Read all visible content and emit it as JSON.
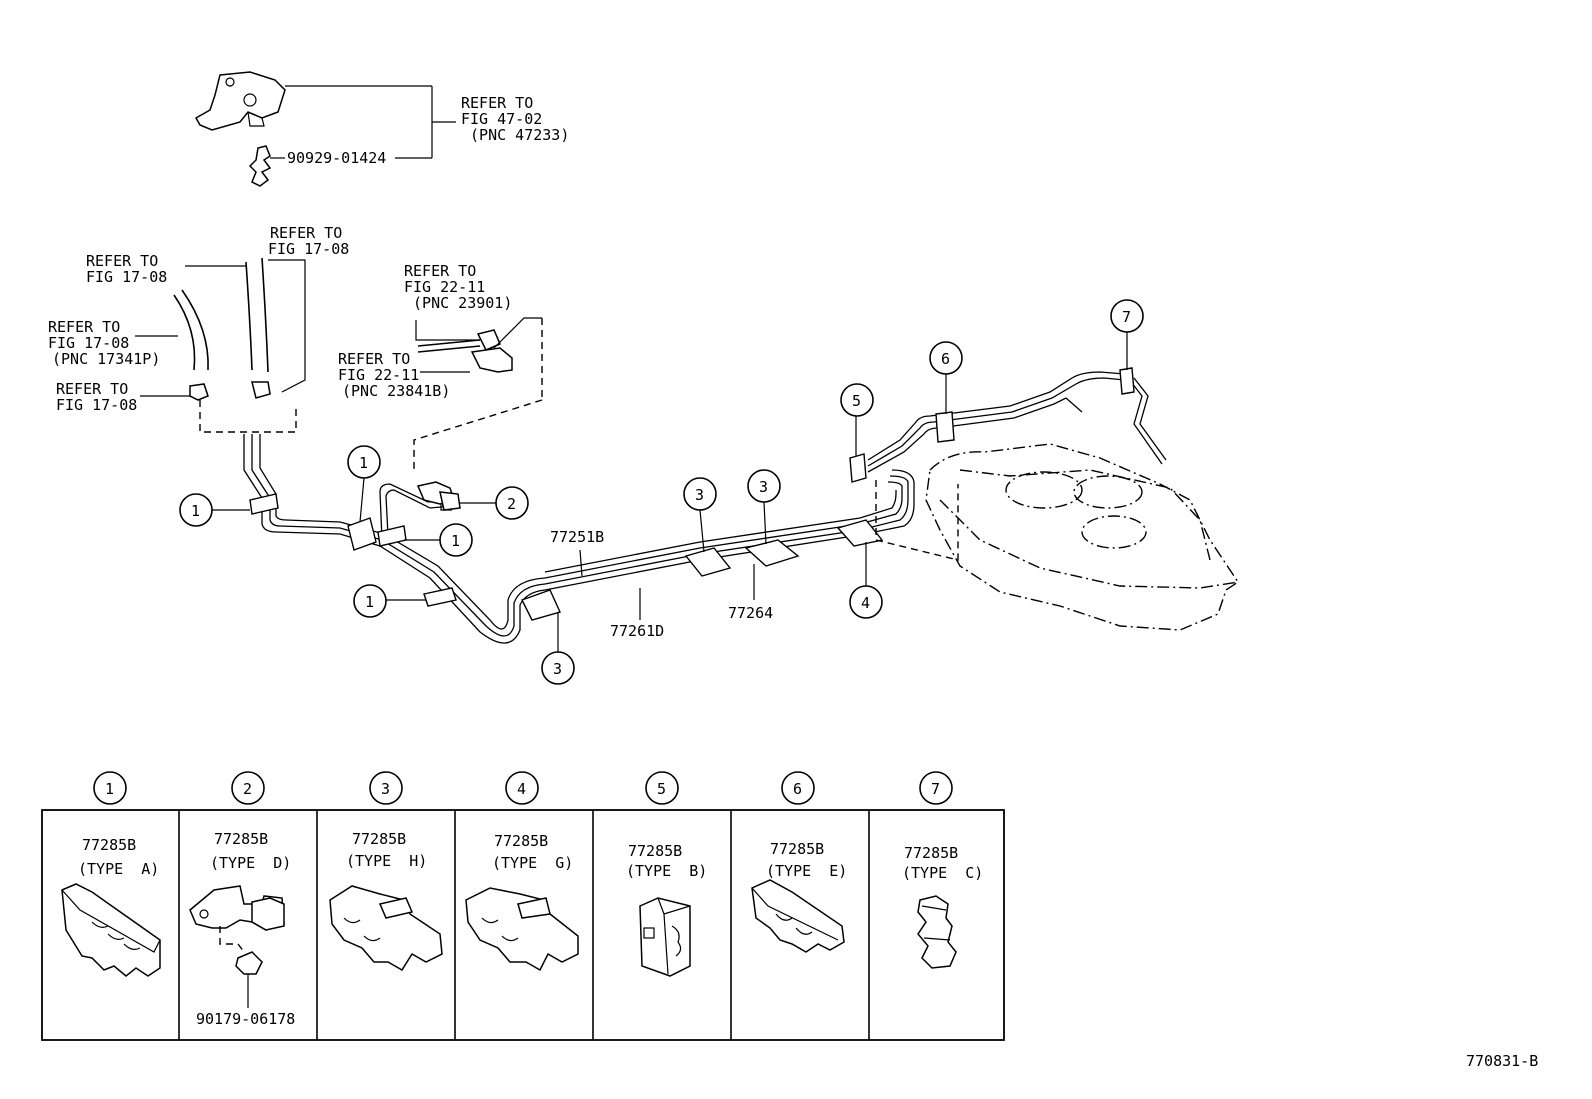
{
  "refs": {
    "fig47": [
      "REFER TO",
      "FIG 47-02",
      " (PNC 47233)"
    ],
    "fig17_a": [
      "REFER TO",
      "FIG 17-08"
    ],
    "fig17_b": [
      "REFER TO",
      "FIG 17-08"
    ],
    "fig17_c": [
      "REFER TO",
      "FIG 17-08",
      "(PNC 17341P)"
    ],
    "fig17_d": [
      "REFER TO",
      "FIG 17-08"
    ],
    "fig22_a": [
      "REFER TO",
      "FIG 22-11",
      " (PNC 23901)"
    ],
    "fig22_b": [
      "REFER TO",
      "FIG 22-11",
      "(PNC 23841B)"
    ]
  },
  "parts": {
    "bolt_top": "90929-01424",
    "p1": "77251B",
    "p2": "77261D",
    "p3": "77264"
  },
  "callouts": {
    "c1": "1",
    "c2": "2",
    "c3": "3",
    "c4": "4",
    "c5": "5",
    "c6": "6",
    "c7": "7"
  },
  "legend": {
    "cells": [
      {
        "num": "1",
        "part": "77285B",
        "type": "(TYPE  A)"
      },
      {
        "num": "2",
        "part": "77285B",
        "type": "(TYPE  D)",
        "sub": "90179-06178"
      },
      {
        "num": "3",
        "part": "77285B",
        "type": "(TYPE  H)"
      },
      {
        "num": "4",
        "part": "77285B",
        "type": "(TYPE  G)"
      },
      {
        "num": "5",
        "part": "77285B",
        "type": "(TYPE  B)"
      },
      {
        "num": "6",
        "part": "77285B",
        "type": "(TYPE  E)"
      },
      {
        "num": "7",
        "part": "77285B",
        "type": "(TYPE  C)"
      }
    ]
  },
  "figure_id": "770831-B"
}
